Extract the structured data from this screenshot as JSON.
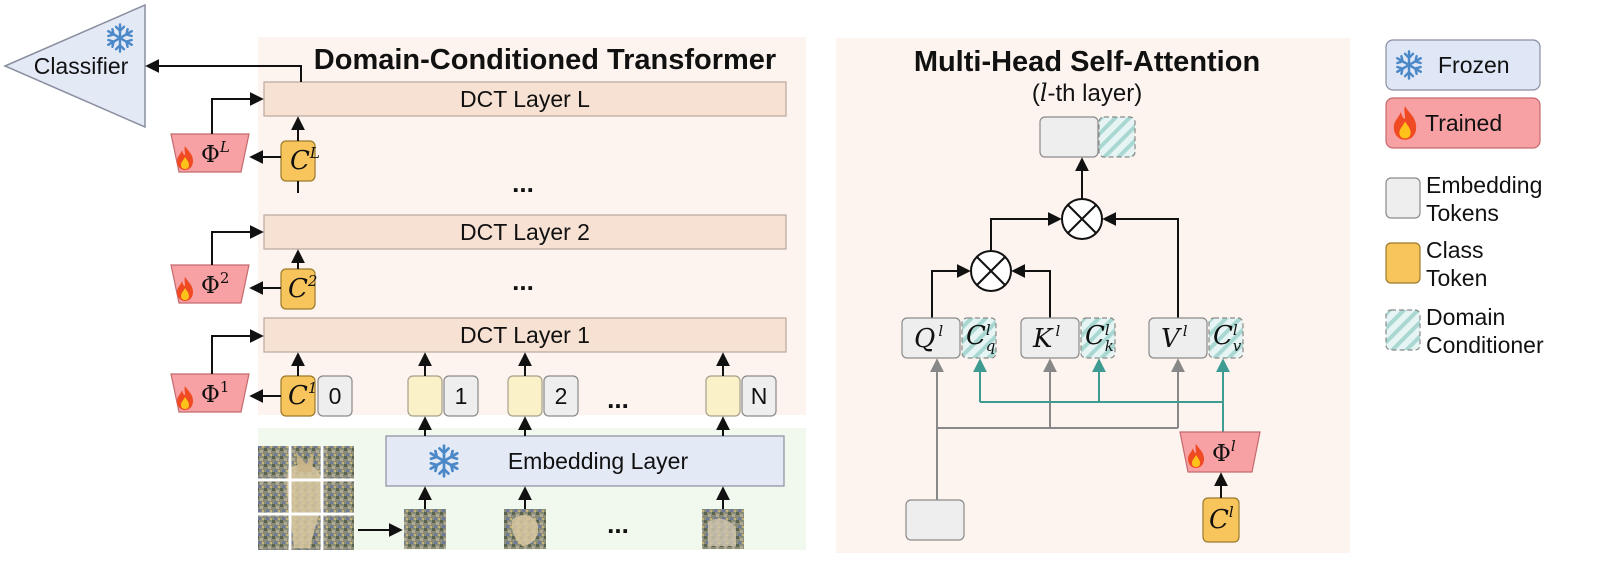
{
  "left_panel": {
    "title": "Domain-Conditioned Transformer",
    "classifier_label": "Classifier",
    "layers": [
      "DCT Layer L",
      "DCT Layer 2",
      "DCT Layer 1"
    ],
    "embedding_label": "Embedding Layer",
    "token_indices": [
      "0",
      "1",
      "2",
      "N"
    ],
    "class_tokens": [
      {
        "base": "C",
        "sup": "L"
      },
      {
        "base": "C",
        "sup": "2"
      },
      {
        "base": "C",
        "sup": "1"
      }
    ],
    "phi_modules": [
      {
        "base": "Φ",
        "sup": "L"
      },
      {
        "base": "Φ",
        "sup": "2"
      },
      {
        "base": "Φ",
        "sup": "1"
      }
    ],
    "ellipsis": "..."
  },
  "right_panel": {
    "title": "Multi-Head Self-Attention",
    "subtitle_var": "l",
    "subtitle_rest": "-th layer)",
    "subtitle_open": "(",
    "q": {
      "base": "Q",
      "sup": "l"
    },
    "k": {
      "base": "K",
      "sup": "l"
    },
    "v": {
      "base": "V",
      "sup": "l"
    },
    "cq": {
      "base": "C",
      "sup": "l",
      "sub": "q"
    },
    "ck": {
      "base": "C",
      "sup": "l",
      "sub": "k"
    },
    "cv": {
      "base": "C",
      "sup": "l",
      "sub": "v"
    },
    "phi": {
      "base": "Φ",
      "sup": "l"
    },
    "class_token": {
      "base": "C",
      "sup": "l"
    }
  },
  "legend": {
    "frozen": "Frozen",
    "trained": "Trained",
    "embedding_line1": "Embedding",
    "embedding_line2": "Tokens",
    "class_line1": "Class",
    "class_line2": "Token",
    "domain_line1": "Domain",
    "domain_line2": "Conditioner"
  },
  "colors": {
    "dct_layer": "#f6e1d2",
    "panel_bg": "#fdf4ef",
    "embedding_layer": "#e4e9f6",
    "frozen": "#dfe6f6",
    "trained": "#f7a1a4",
    "class_token": "#f8c55c",
    "embedding_token": "#eeeeee",
    "patch_token": "#fbf1c8",
    "domain_conditioner": "#cde8e6",
    "teal_arrow": "#3d9b92"
  },
  "icons": [
    "snowflake-icon",
    "flame-icon",
    "multiply-icon",
    "arrow-icon"
  ]
}
